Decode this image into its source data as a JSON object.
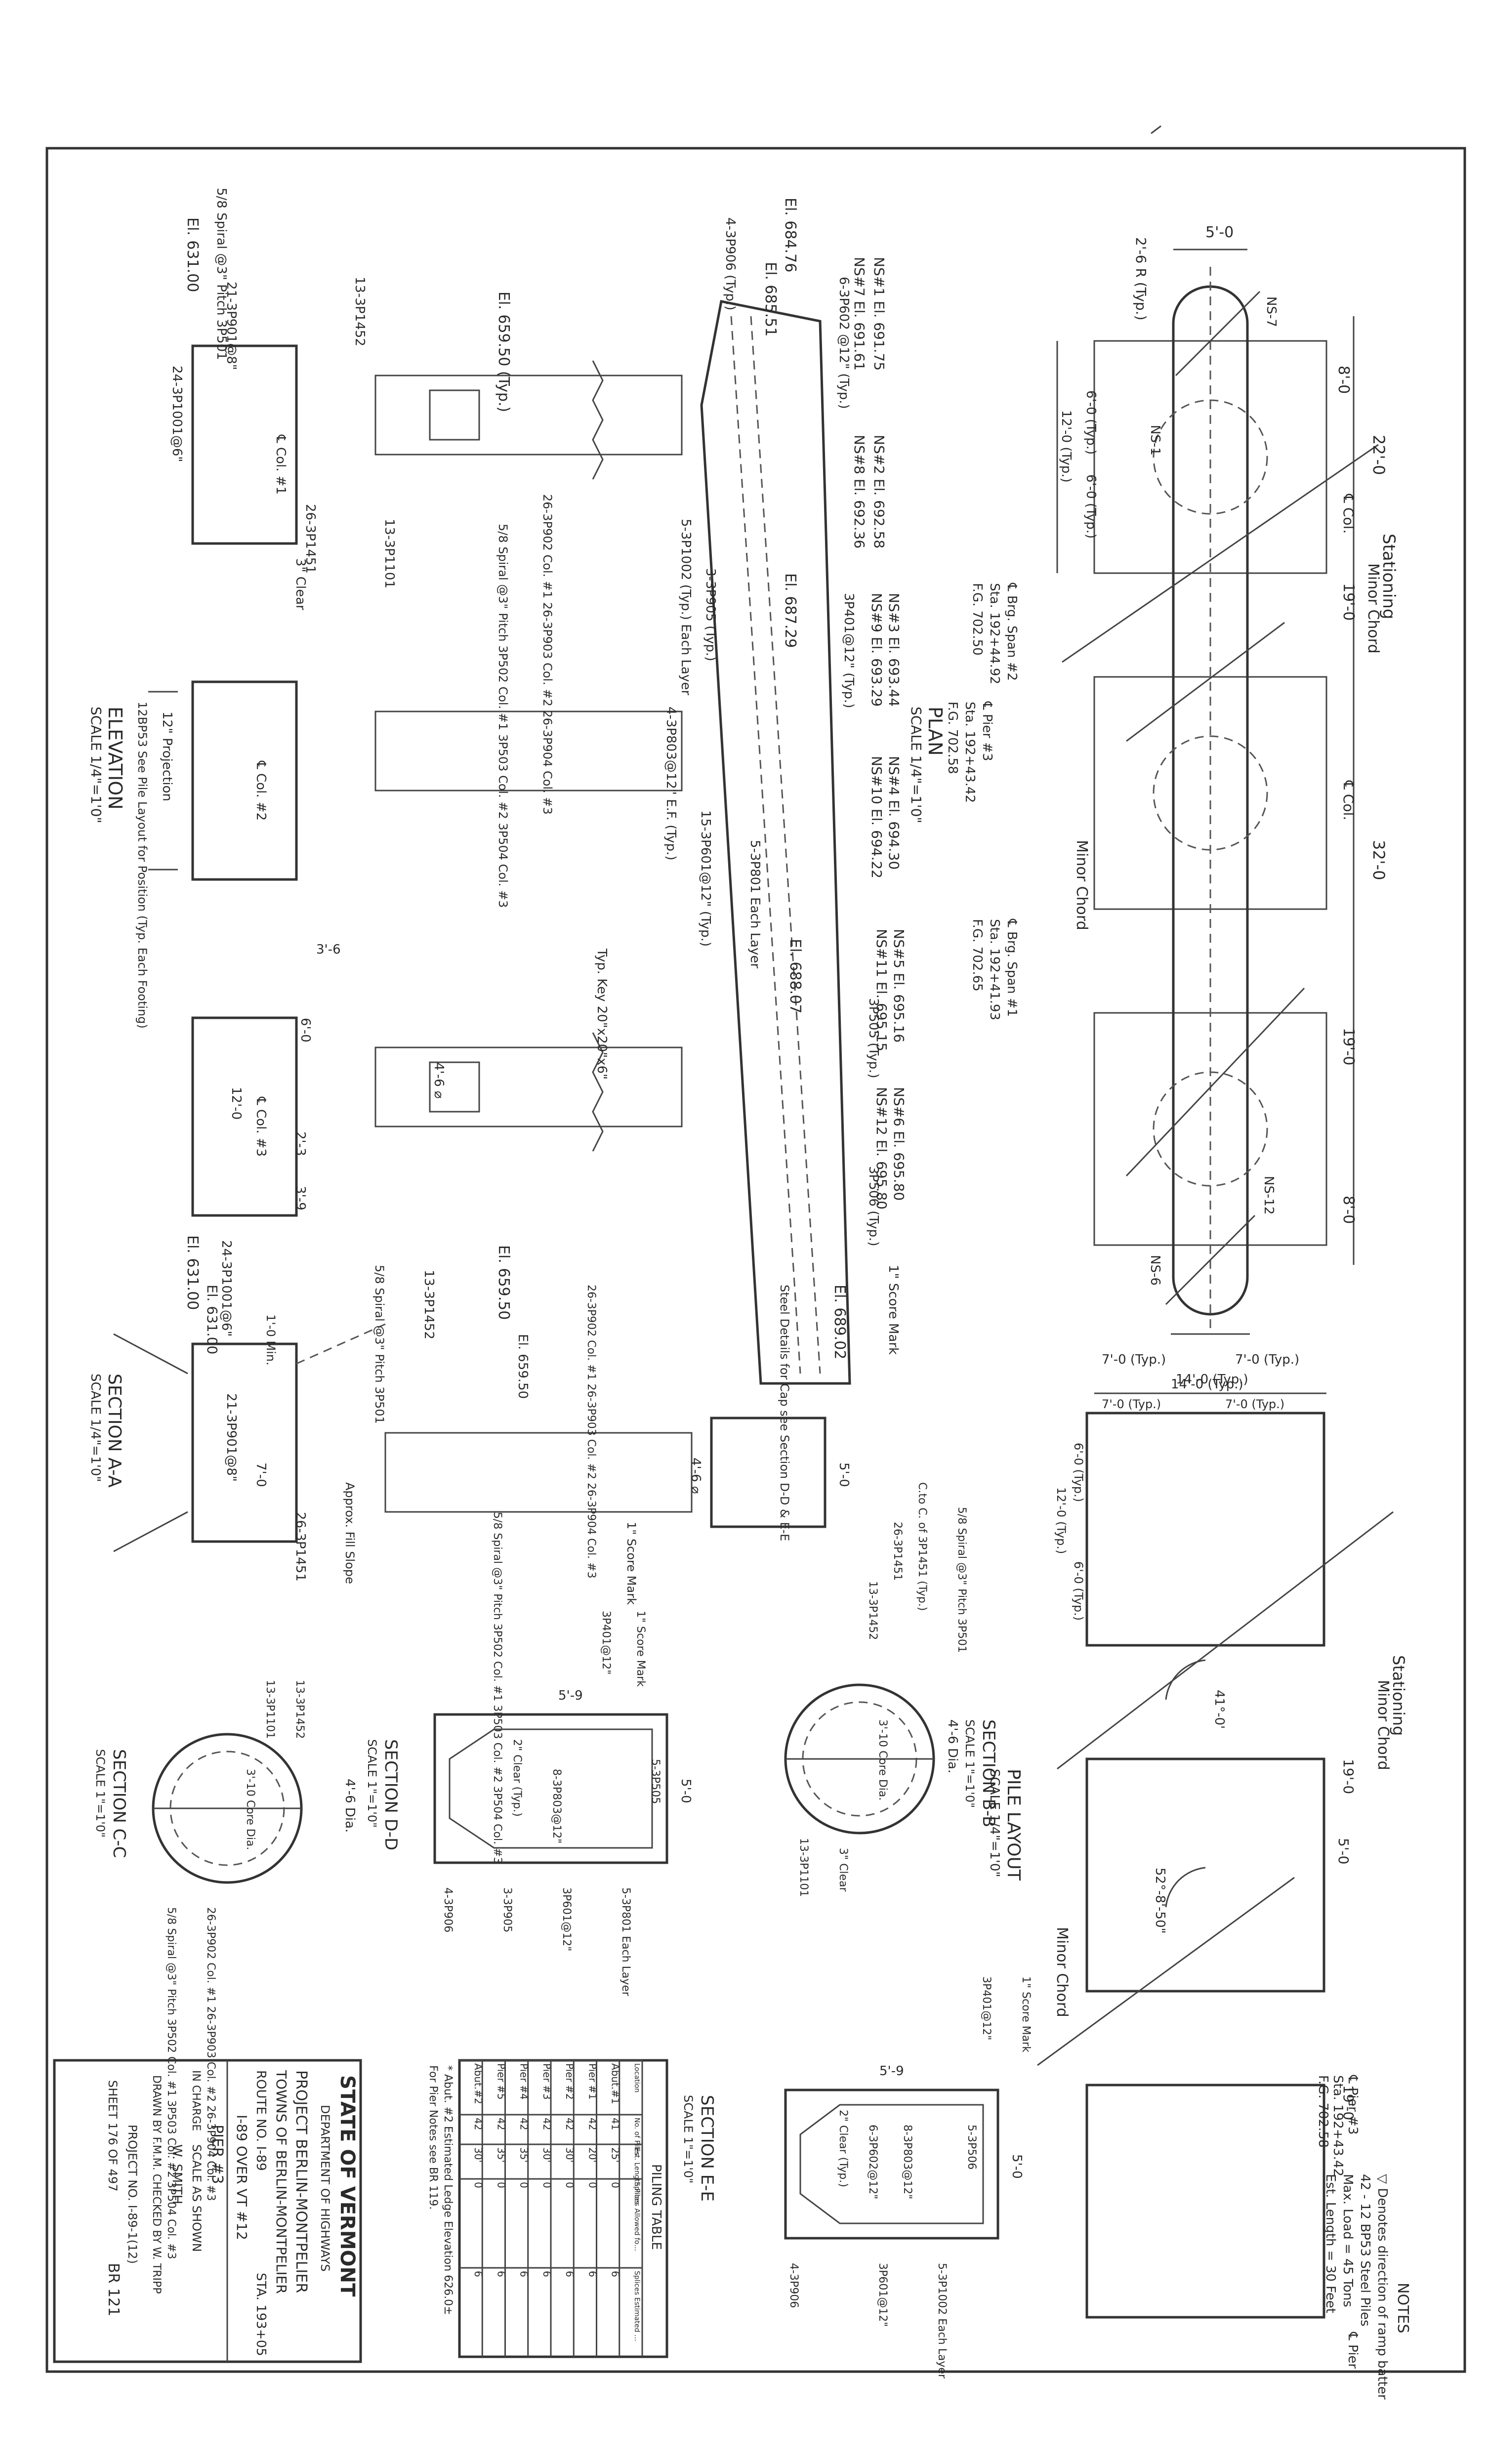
{
  "title_block": {
    "state": "STATE OF VERMONT",
    "department": "DEPARTMENT OF HIGHWAYS",
    "project": "PROJECT  BERLIN-MONTPELIER",
    "towns": "TOWNS OF  BERLIN-MONTPELIER",
    "route": "ROUTE NO.  I-89",
    "sta": "STA. 193+05",
    "over": "I-89 OVER VT #12",
    "pier": "PIER #3",
    "in_charge": "IN CHARGE",
    "scale": "SCALE  AS SHOWN",
    "engineer": "W. SMITH",
    "drawn": "DRAWN BY  F.M.M.  CHECKED BY  W. TRIPP",
    "project_no": "PROJECT NO.  I-89-1(12)",
    "sheet": "SHEET  176  OF  497",
    "drawing_no": "BR 121"
  },
  "views": {
    "plan": "PLAN",
    "plan_scale": "SCALE 1/4\"=1'0\"",
    "elevation": "ELEVATION",
    "elevation_scale": "SCALE 1/4\"=1'0\"",
    "section_aa": "SECTION  A-A",
    "section_aa_scale": "SCALE 1/4\"=1'0\"",
    "pile_layout": "PILE LAYOUT",
    "pile_layout_scale": "SCALE 1/4\"=1'0\"",
    "section_bb": "SECTION  B-B",
    "section_bb_scale": "SCALE 1\"=1'0\"",
    "section_cc": "SECTION  C-C",
    "section_cc_scale": "SCALE 1\"=1'0\"",
    "section_dd": "SECTION  D-D",
    "section_dd_scale": "SCALE 1\"=1'0\"",
    "section_ee": "SECTION  E-E",
    "section_ee_scale": "SCALE 1\"=1'0\""
  },
  "notes": {
    "heading": "NOTES",
    "items": [
      "▽ Denotes direction of ramp batter",
      "42 - 12 BP53 Steel Piles",
      "Max. Load = 45 Tons",
      "Est. Length = 30 Feet"
    ]
  },
  "piling_table": {
    "title": "PILING TABLE",
    "headers": [
      "Location",
      "No. of Piles",
      "Est. Length Piles",
      "Splices Allowed for Plan Length (to be paid only if used)",
      "Splices Estimated for Plan Length (to be paid only if used)"
    ],
    "rows": [
      [
        "Abut.#1",
        "41",
        "25'",
        "0",
        "6"
      ],
      [
        "Pier #1",
        "42",
        "20'",
        "0",
        "6"
      ],
      [
        "Pier #2",
        "42",
        "30'",
        "0",
        "6"
      ],
      [
        "Pier #3",
        "42",
        "30'",
        "0",
        "6"
      ],
      [
        "Pier #4",
        "42",
        "35'",
        "0",
        "6"
      ],
      [
        "Pier #5",
        "42",
        "35'",
        "0",
        "6"
      ],
      [
        "Abut.#2",
        "42",
        "30'",
        "0",
        "6"
      ]
    ],
    "footnote1": "* Abut. #2 Estimated Ledge Elevation 626.0±",
    "footnote2": "For Pier Notes see BR 119."
  },
  "plan_labels": {
    "stationing": "Stationing",
    "minor_chord": "Minor Chord",
    "cl_pier": "℄ Pier #3",
    "pier_sta": "Sta. 192+43.42",
    "pier_fg": "F.G. 702.58",
    "brg_span2": "℄ Brg. Span #2",
    "brg_span2_sta": "Sta. 192+44.92",
    "brg_span2_fg": "F.G. 702.50",
    "brg_span1": "℄ Brg. Span #1",
    "brg_span1_sta": "Sta. 192+41.93",
    "brg_span1_fg": "F.G. 702.65",
    "dim_22": "22'-0",
    "dim_32": "32'-0",
    "dim_5": "5'-0",
    "dim_8a": "8'-0",
    "dim_8b": "8'-0",
    "dim_19a": "19'-0",
    "dim_19b": "19'-0",
    "dim_14": "14'-0 (Typ.)",
    "dim_7a": "7'-0 (Typ.)",
    "dim_7b": "7'-0 (Typ.)",
    "cl_col": "℄ Col.",
    "radius": "2'-6 R (Typ.)",
    "ns7": "NS-7",
    "ns1": "NS-1",
    "ns6": "NS-6",
    "ns12": "NS-12",
    "dim_12": "12'-0 (Typ.)",
    "dim_6a": "6'-0 (Typ.)",
    "dim_6b": "6'-0 (Typ.)"
  },
  "elevation_labels": {
    "el_684_76": "El. 684.76",
    "el_685_51": "El. 685.51",
    "el_687_29": "El. 687.29",
    "el_688_07": "El. 688.07",
    "el_689_02": "El. 689.02",
    "el_631_00": "El. 631.00",
    "el_631_00b": "El. 631.00",
    "el_659_50": "El. 659.50 (Typ.)",
    "el_659_50b": "El. 659.50",
    "ns1": "NS#1 El. 691.75",
    "ns7": "NS#7 El. 691.61",
    "ns2": "NS#2 El. 692.58",
    "ns8": "NS#8 El. 692.36",
    "ns3": "NS#3 El. 693.44",
    "ns9": "NS#9 El. 693.29",
    "ns4": "NS#4 El. 694.30",
    "ns10": "NS#10 El. 694.22",
    "ns5": "NS#5 El. 695.16",
    "ns11": "NS#11 El. 695.15",
    "ns6": "NS#6 El. 695.80",
    "ns12": "NS#12 El. 695.80",
    "bar_3p602": "6-3P602 @12\" (Typ.)",
    "bar_3p906": "4-3P906 (Typ.)",
    "bar_3p1002": "5-3P1002 (Typ.) Each Layer",
    "bar_3p401": "3P401@12\" (Typ.)",
    "bar_3p905": "3-3P905 (Typ.)",
    "bar_3p803": "4-3P803@12\" E.F. (Typ.)",
    "bar_3p801": "5-3P801 Each Layer",
    "bar_3p601": "15-3P601@12\" (Typ.)",
    "bar_3p505": "3P505 (Typ.)",
    "bar_3p506": "3P506 (Typ.)",
    "key": "Typ. Key 20\"x20\"x6\"",
    "spiral": "5/8 Spiral @3\" Pitch 3P501",
    "bar_90": "21-3P901@8\"",
    "bar_1001": "24-3P1001@6\"",
    "bar_1452": "13-3P1452",
    "bar_1101": "13-3P1101",
    "bar_1451": "26-3P1451",
    "clear_3": "3\" Clear",
    "col1": "℄ Col. #1",
    "col2": "℄ Col. #2",
    "col3": "℄ Col. #3",
    "projection": "12\" Projection",
    "piles_note": "12BP53 See Pile Layout for Position (Typ. Each Footing)",
    "bars_col": "26-3P902 Col. #1  26-3P903 Col. #2  26-3P904 Col. #3",
    "spiral_col": "5/8 Spiral @3\" Pitch  3P502 Col. #1  3P503 Col. #2  3P504 Col. #3",
    "score_mark": "1\" Score Mark",
    "steel_details": "Steel Details for Cap see Section D-D & E-E",
    "dim_3_6": "3'-6",
    "dim_6": "6'-0",
    "dim_12": "12'-0",
    "dim_2_3": "2'-3",
    "dim_3_9": "3'-9",
    "dim_4_6": "4'-6 ⌀",
    "dim_5_0": "5'-0",
    "dim_7_0": "7'-0",
    "dim_5_9": "5'-9",
    "dim_41_0": "41°-0'",
    "dim_52": "52°-8'-50\"",
    "approx_fill": "Approx. Fill Slope",
    "cl_pier": "℄ Pier",
    "min_1": "1'-0 Min."
  },
  "section_labels": {
    "core_dia": "3'-10 Core Dia.",
    "dia_46": "4'-6 Dia.",
    "clear2": "2\" Clear (Typ.)",
    "bar_3p505": "5-3P505",
    "bar_3p506": "5-3P506",
    "bar_803": "8-3P803@12\"",
    "bar_602": "6-3P602@12\"",
    "bar_601": "3P601@12\"",
    "bar_801": "5-3P801 Each Layer",
    "bar_1002": "5-3P1002 Each Layer",
    "bar_906": "4-3P906",
    "bar_905": "3-3P905",
    "bar_401": "3P401@12\"",
    "score": "1\" Score Mark",
    "cl_ctr": "C.to C. of 3P1451 (Typ.)",
    "spiral": "5/8 Spiral @3\" Pitch 3P501",
    "bar_1451": "26-3P1451",
    "bar_1452": "13-3P1452",
    "bar_1101": "13-3P1101",
    "clear3": "3\" Clear",
    "cc_bars": "26-3P902 Col. #1  26-3P903 Col. #2  26-3P904 Col. #3",
    "cc_spiral": "5/8 Spiral @3\" Pitch  3P502 Col. #1  3P503 Col. #2  3P504 Col. #3"
  }
}
